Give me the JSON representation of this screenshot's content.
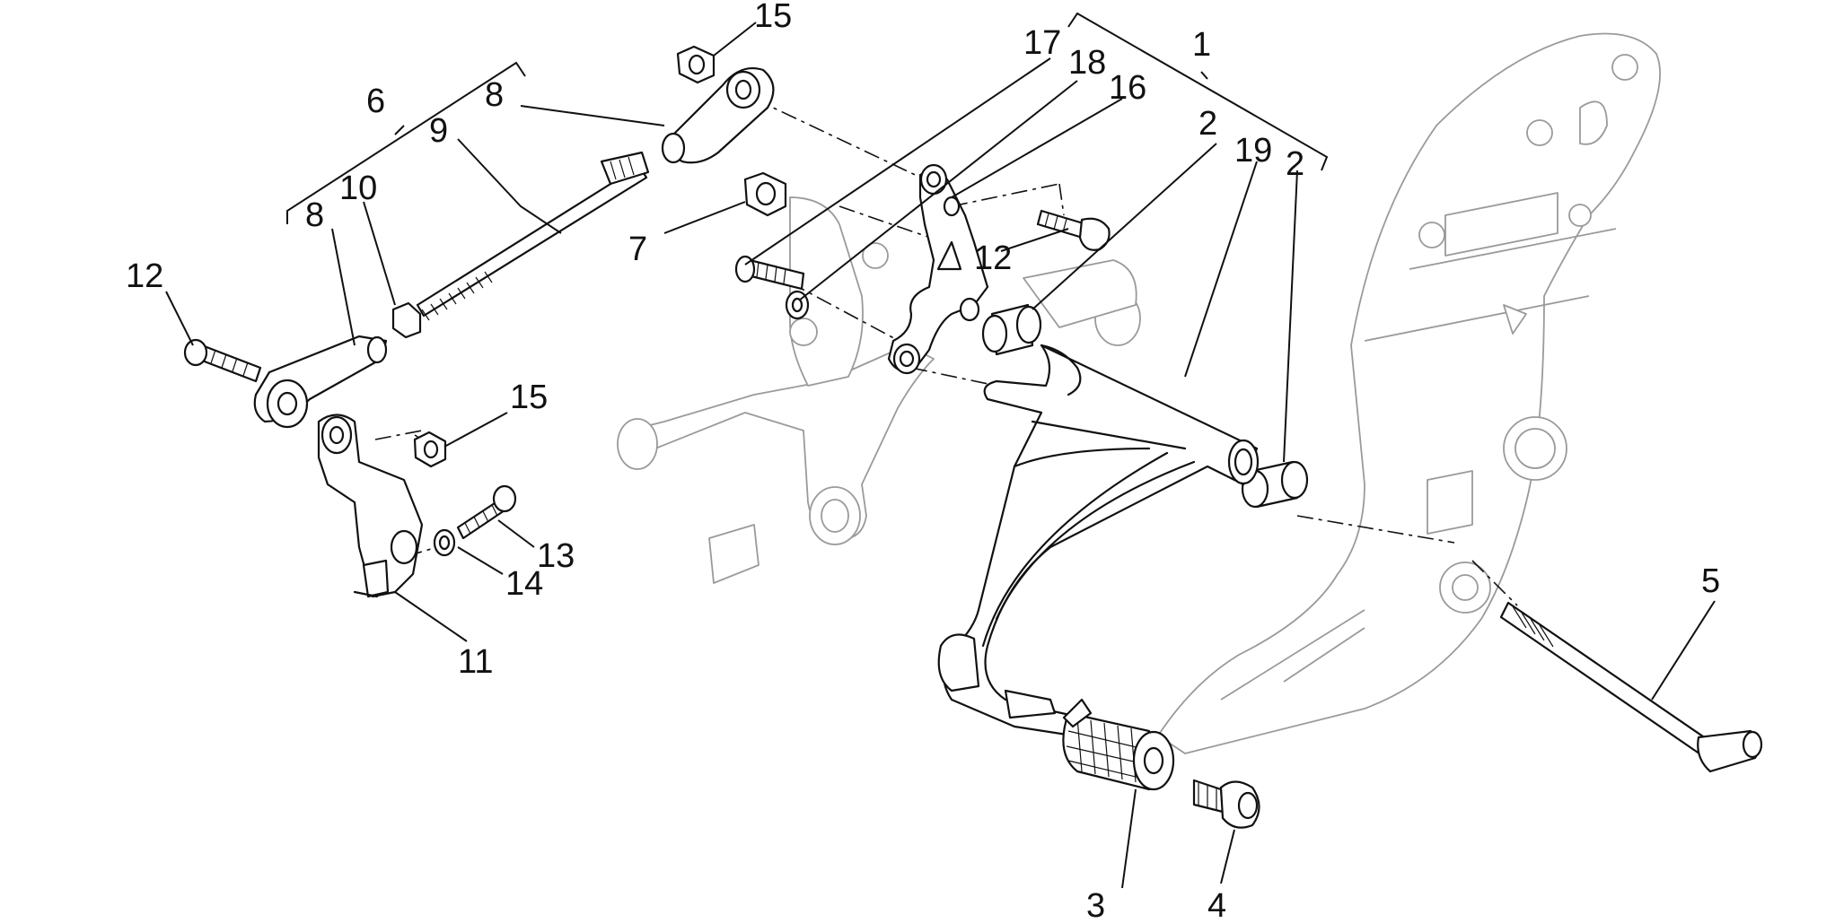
{
  "callouts": [
    {
      "id": "c1",
      "text": "1"
    },
    {
      "id": "c2a",
      "text": "2"
    },
    {
      "id": "c2b",
      "text": "2"
    },
    {
      "id": "c3",
      "text": "3"
    },
    {
      "id": "c4",
      "text": "4"
    },
    {
      "id": "c5",
      "text": "5"
    },
    {
      "id": "c6",
      "text": "6"
    },
    {
      "id": "c7",
      "text": "7"
    },
    {
      "id": "c8a",
      "text": "8"
    },
    {
      "id": "c8b",
      "text": "8"
    },
    {
      "id": "c9",
      "text": "9"
    },
    {
      "id": "c10",
      "text": "10"
    },
    {
      "id": "c11",
      "text": "11"
    },
    {
      "id": "c12a",
      "text": "12"
    },
    {
      "id": "c12b",
      "text": "12"
    },
    {
      "id": "c13",
      "text": "13"
    },
    {
      "id": "c14",
      "text": "14"
    },
    {
      "id": "c15a",
      "text": "15"
    },
    {
      "id": "c15b",
      "text": "15"
    },
    {
      "id": "c16",
      "text": "16"
    },
    {
      "id": "c17",
      "text": "17"
    },
    {
      "id": "c18",
      "text": "18"
    },
    {
      "id": "c19",
      "text": "19"
    }
  ],
  "line_colors": {
    "ink": "#111111",
    "ghost": "#9a9a9a"
  }
}
